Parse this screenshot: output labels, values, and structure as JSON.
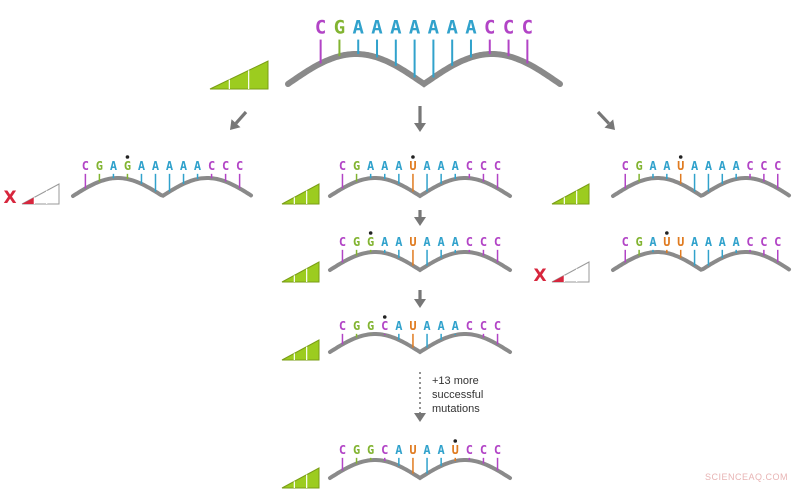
{
  "colors": {
    "C": "#b244c6",
    "G": "#82b431",
    "A": "#31a2cc",
    "U": "#e07b20",
    "backbone": "#8a8a8a",
    "arrow": "#777777",
    "fitness": "#9ccc1f",
    "fail": "#d7263d",
    "watermark": "#e8b4b4"
  },
  "strands": [
    {
      "id": "original",
      "sequence": [
        "C",
        "G",
        "A",
        "A",
        "A",
        "A",
        "A",
        "A",
        "A",
        "C",
        "C",
        "C"
      ],
      "mutated_index": -1,
      "fitness": "high"
    },
    {
      "id": "left-mutant",
      "sequence": [
        "C",
        "G",
        "A",
        "G",
        "A",
        "A",
        "A",
        "A",
        "A",
        "C",
        "C",
        "C"
      ],
      "mutated_index": 3,
      "fitness": "low",
      "failed": true
    },
    {
      "id": "center-step-1",
      "sequence": [
        "C",
        "G",
        "A",
        "A",
        "A",
        "U",
        "A",
        "A",
        "A",
        "C",
        "C",
        "C"
      ],
      "mutated_index": 5,
      "fitness": "high"
    },
    {
      "id": "center-step-2",
      "sequence": [
        "C",
        "G",
        "G",
        "A",
        "A",
        "U",
        "A",
        "A",
        "A",
        "C",
        "C",
        "C"
      ],
      "mutated_index": 2,
      "fitness": "high"
    },
    {
      "id": "center-step-3",
      "sequence": [
        "C",
        "G",
        "G",
        "C",
        "A",
        "U",
        "A",
        "A",
        "A",
        "C",
        "C",
        "C"
      ],
      "mutated_index": 3,
      "fitness": "high"
    },
    {
      "id": "center-final",
      "sequence": [
        "C",
        "G",
        "G",
        "C",
        "A",
        "U",
        "A",
        "A",
        "U",
        "C",
        "C",
        "C"
      ],
      "mutated_index": 8,
      "fitness": "high"
    },
    {
      "id": "right-mutant-1",
      "sequence": [
        "C",
        "G",
        "A",
        "A",
        "U",
        "A",
        "A",
        "A",
        "A",
        "C",
        "C",
        "C"
      ],
      "mutated_index": 4,
      "fitness": "high"
    },
    {
      "id": "right-mutant-2",
      "sequence": [
        "C",
        "G",
        "A",
        "U",
        "U",
        "A",
        "A",
        "A",
        "A",
        "C",
        "C",
        "C"
      ],
      "mutated_index": 3,
      "fitness": "low",
      "failed": true
    }
  ],
  "fail_mark": "X",
  "note": {
    "line1": "+13 more",
    "line2": "successful",
    "line3": "mutations"
  },
  "watermark": "SCIENCEAQ.COM"
}
